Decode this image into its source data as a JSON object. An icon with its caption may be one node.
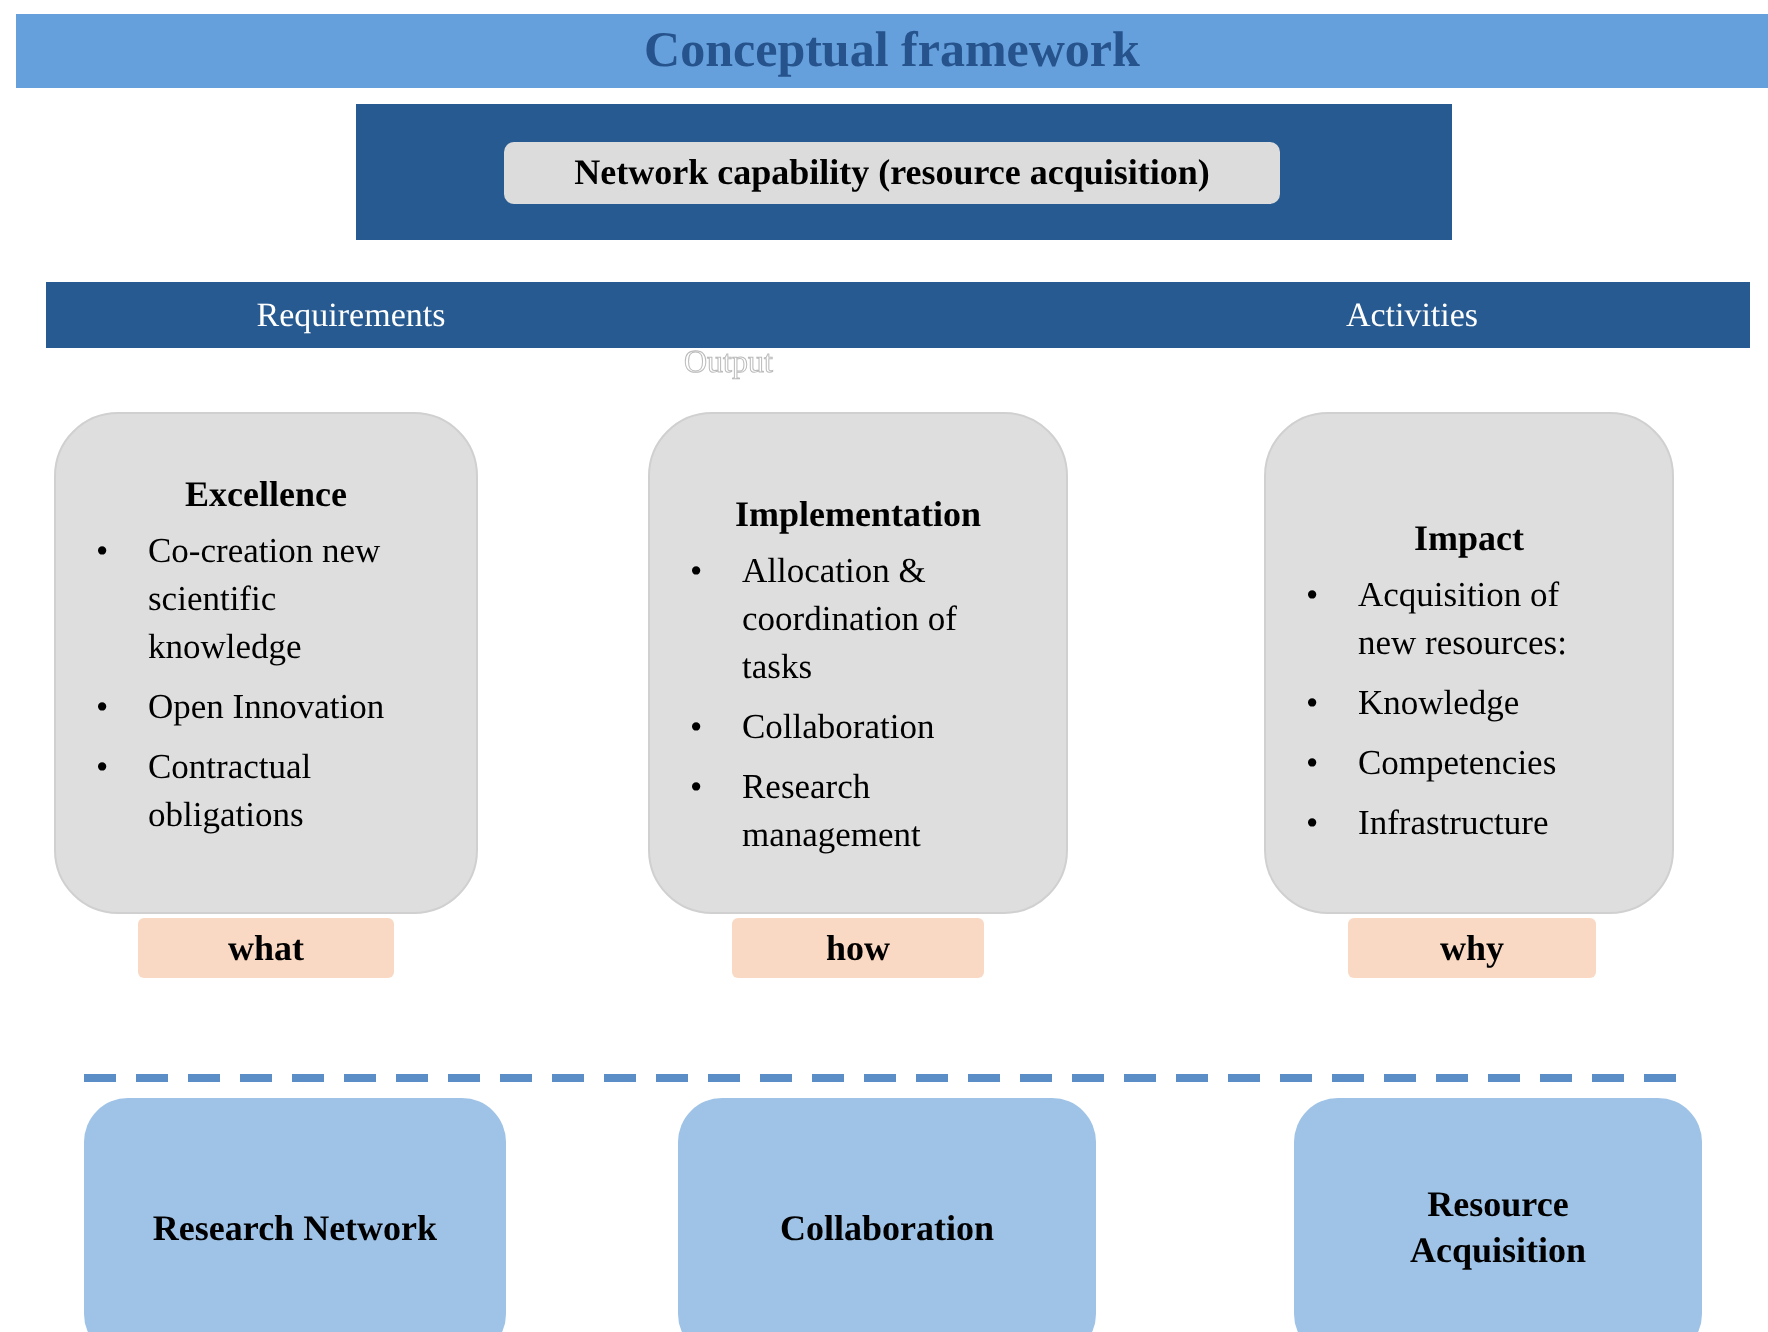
{
  "diagram": {
    "title": "Conceptual framework",
    "nodes": [
      {
        "text": [
          "Network capability (resource acquisition)"
        ]
      },
      {
        "text": [
          "Requirements",
          "Activities"
        ]
      },
      {
        "text": [
          "Excellence",
          "• Co-creation new scientific knowledge",
          "• Open Innovation",
          "• Contractual obligations"
        ]
      },
      {
        "text": [
          "what"
        ]
      },
      {
        "text": [
          "Implementation",
          "• Allocation & coordination of tasks",
          "• Collaboration",
          "• Research management"
        ]
      },
      {
        "text": [
          "how"
        ]
      },
      {
        "text": [
          "Impact",
          "• Acquisition of new resources:",
          "• Knowledge",
          "• Competencies",
          "• Infrastructure"
        ]
      },
      {
        "text": [
          "why"
        ]
      },
      {
        "text": [
          "Research Network"
        ]
      },
      {
        "text": [
          "Collaboration"
        ]
      },
      {
        "text": [
          "Resource Acquisition"
        ]
      }
    ],
    "edges": [],
    "labels": [
      "Output"
    ]
  }
}
